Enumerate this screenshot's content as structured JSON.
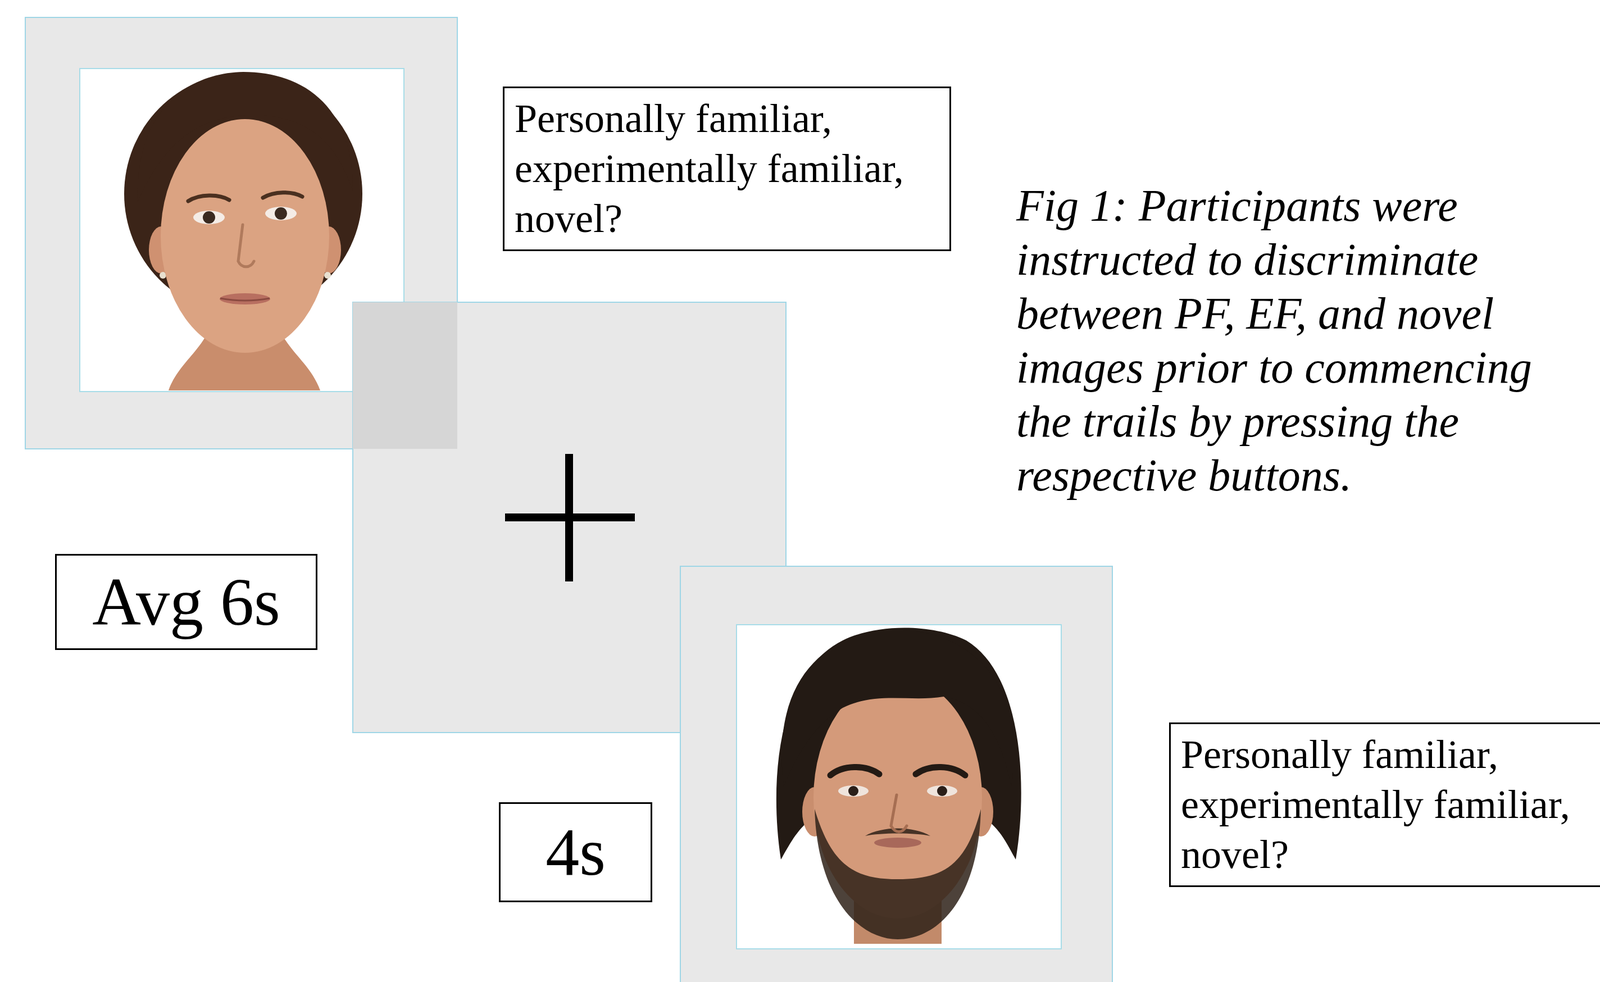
{
  "diagram": {
    "caption": "Fig 1: Participants were instructed to discriminate between PF, EF, and novel images prior to commencing the trails by pressing the respective buttons.",
    "nodes": [
      {
        "text": [
          "Personally familiar, experimentally familiar, novel?"
        ]
      },
      {
        "text": [
          "Avg 6s"
        ]
      },
      {
        "text": [
          "Personally familiar, experimentally familiar, novel?"
        ]
      },
      {
        "text": [
          "4s"
        ]
      }
    ]
  }
}
